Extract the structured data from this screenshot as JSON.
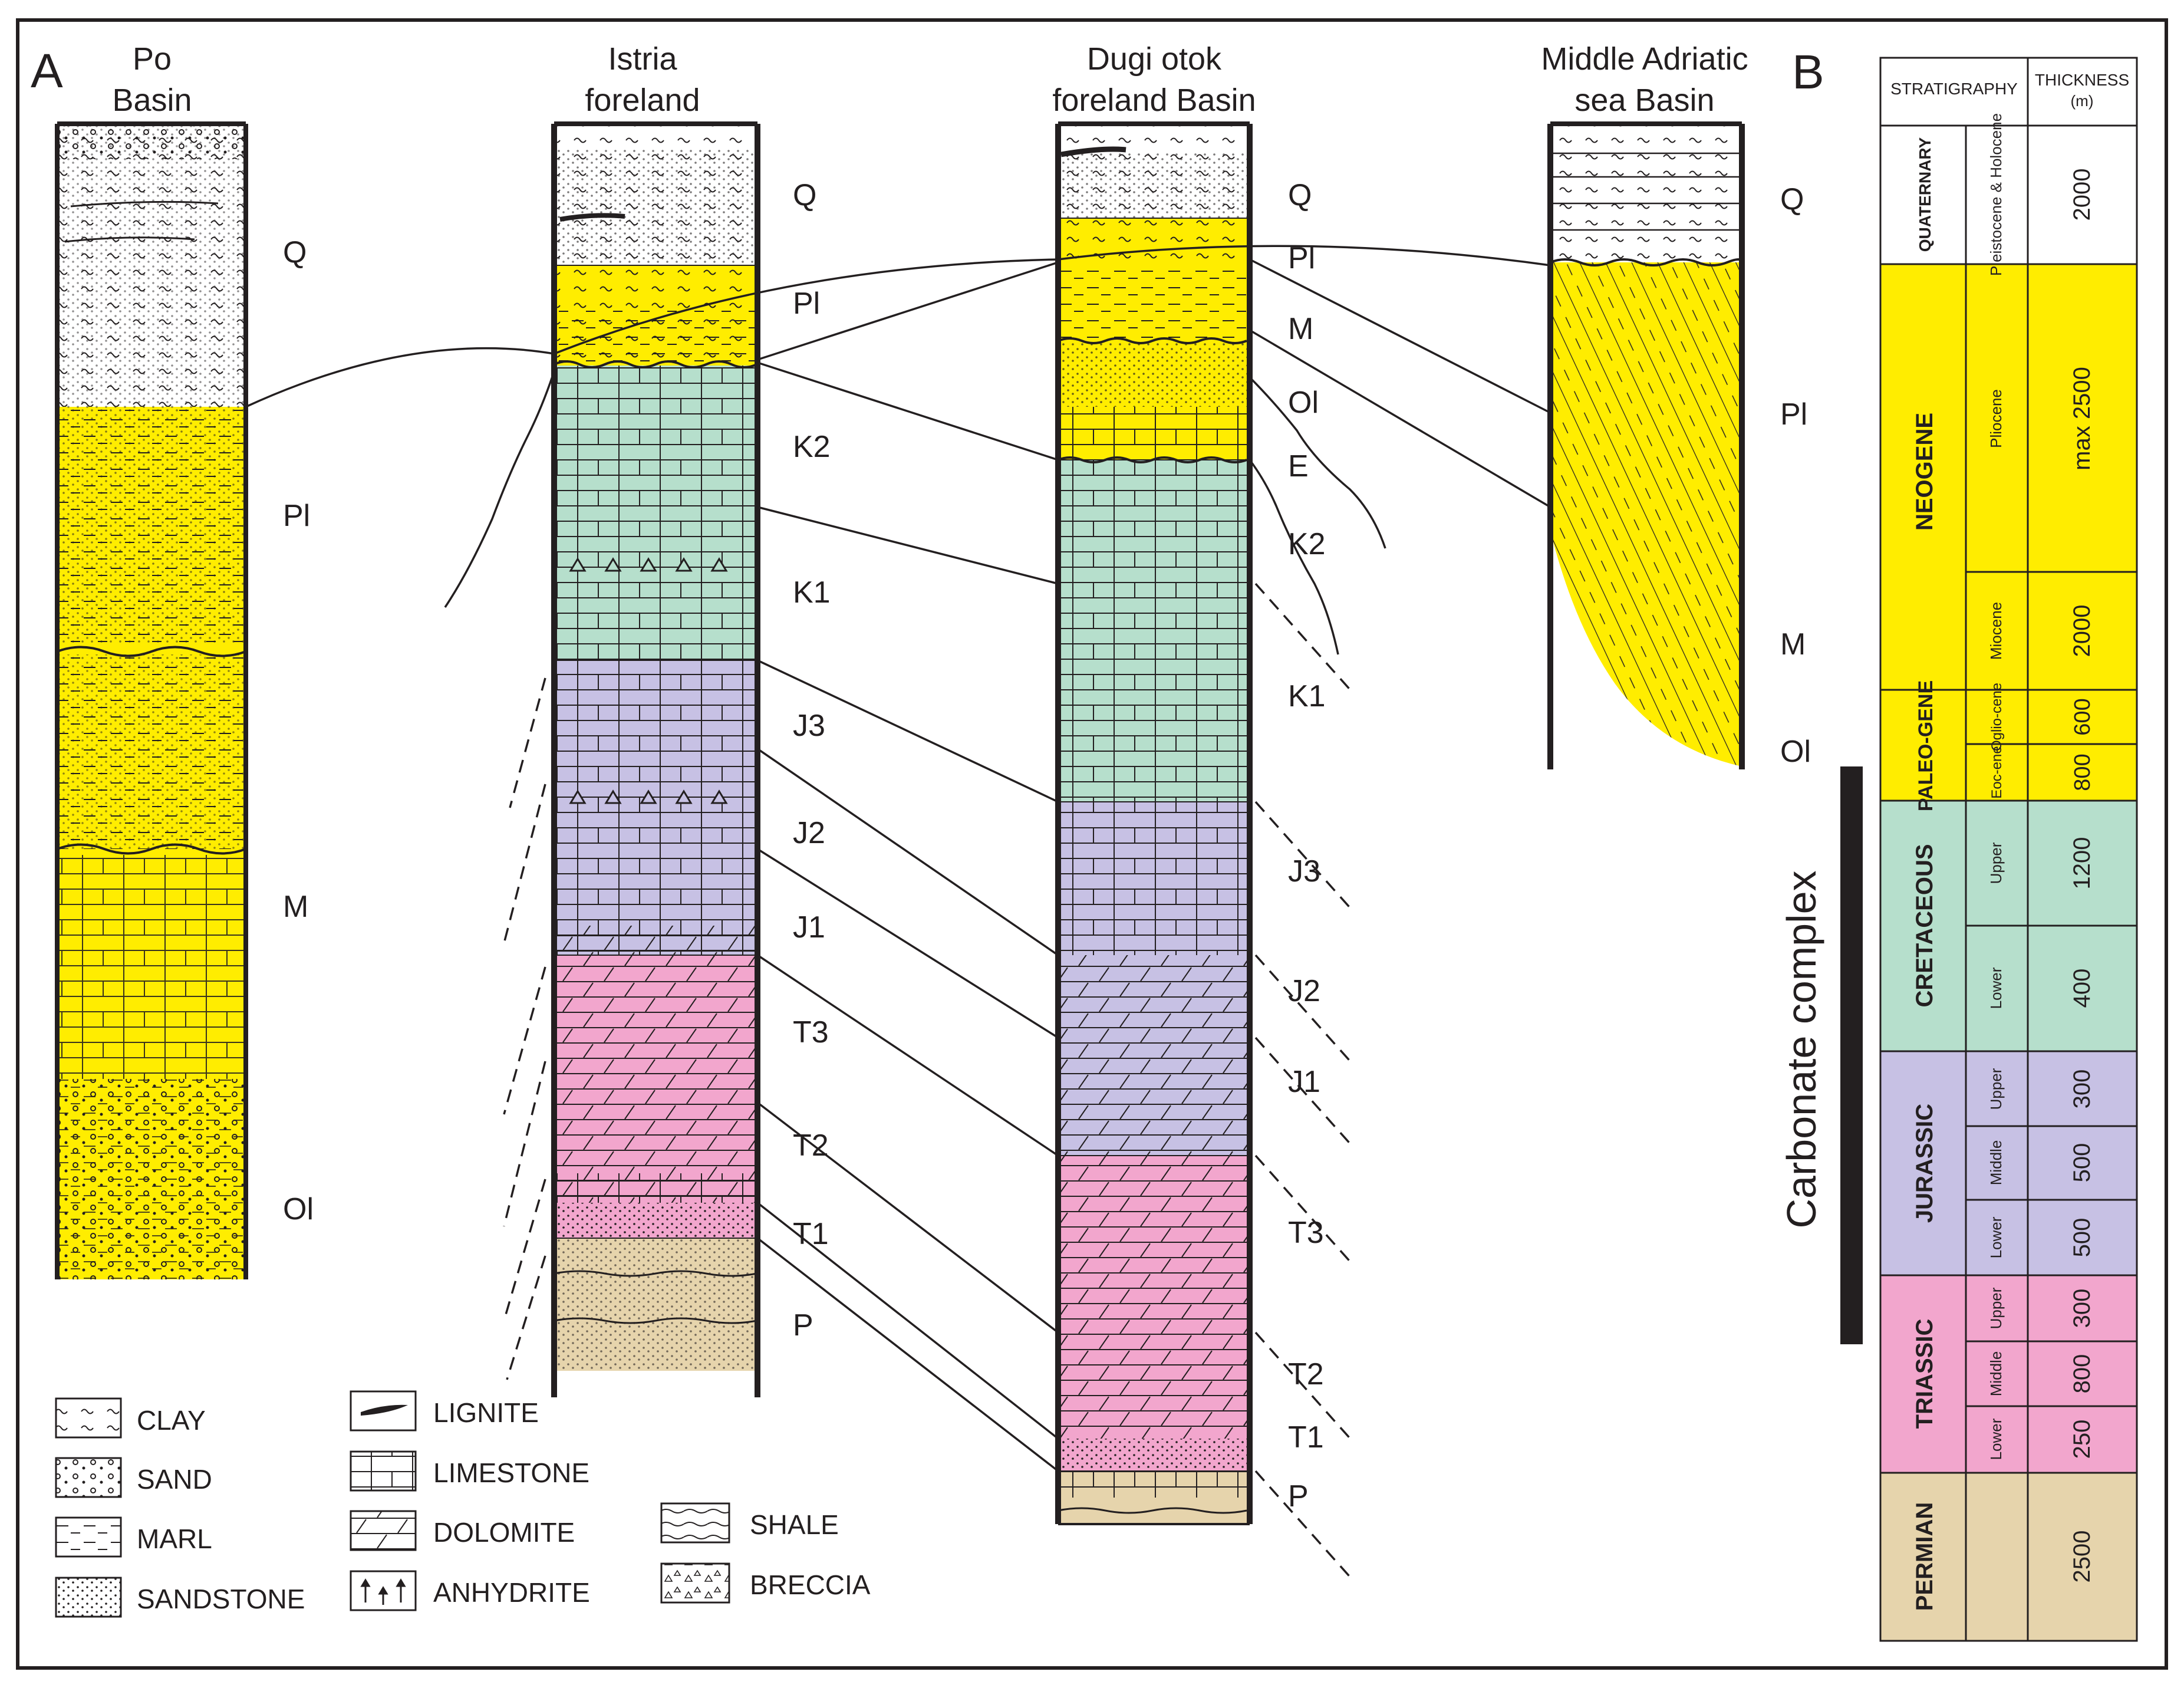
{
  "panel_a": {
    "letter": "A",
    "columns": [
      {
        "title": [
          "Po",
          "Basin"
        ],
        "units": [
          "Q",
          "Pl",
          "M",
          "Ol"
        ]
      },
      {
        "title": [
          "Istria",
          "foreland"
        ],
        "units": [
          "Q",
          "Pl",
          "K2",
          "K1",
          "J3",
          "J2",
          "J1",
          "T3",
          "T2",
          "T1",
          "P"
        ]
      },
      {
        "title": [
          "Dugi otok",
          "foreland Basin"
        ],
        "units": [
          "Q",
          "Pl",
          "M",
          "Ol",
          "E",
          "K2",
          "K1",
          "J3",
          "J2",
          "J1",
          "T3",
          "T2",
          "T1",
          "P"
        ]
      },
      {
        "title": [
          "Middle Adriatic",
          "sea Basin"
        ],
        "units": [
          "Q",
          "Pl",
          "M",
          "Ol"
        ]
      }
    ],
    "legend": [
      "CLAY",
      "SAND",
      "MARL",
      "SANDSTONE",
      "LIGNITE",
      "LIMESTONE",
      "DOLOMITE",
      "ANHYDRITE",
      "SHALE",
      "BRECCIA"
    ]
  },
  "panel_b": {
    "letter": "B",
    "header": {
      "stratigraphy": "STRATIGRAPHY",
      "thickness": "THICKNESS",
      "unit": "(m)"
    },
    "side_label": "Carbonate complex",
    "rows": [
      {
        "system": "QUATERNARY",
        "series": "Pleistocene & Holocene",
        "thickness": "2000"
      },
      {
        "system": "NEOGENE",
        "series": "Pliocene",
        "thickness": "max 2500"
      },
      {
        "system": "NEOGENE",
        "series": "Miocene",
        "thickness": "2000"
      },
      {
        "system": "PALEO-GENE",
        "series": "Oglio-cene",
        "thickness": "600"
      },
      {
        "system": "PALEO-GENE",
        "series": "Eoc-ene",
        "thickness": "800"
      },
      {
        "system": "CRETACEOUS",
        "series": "Upper",
        "thickness": "1200"
      },
      {
        "system": "CRETACEOUS",
        "series": "Lower",
        "thickness": "400"
      },
      {
        "system": "JURASSIC",
        "series": "Upper",
        "thickness": "300"
      },
      {
        "system": "JURASSIC",
        "series": "Middle",
        "thickness": "500"
      },
      {
        "system": "JURASSIC",
        "series": "Lower",
        "thickness": "500"
      },
      {
        "system": "TRIASSIC",
        "series": "Upper",
        "thickness": "300"
      },
      {
        "system": "TRIASSIC",
        "series": "Middle",
        "thickness": "800"
      },
      {
        "system": "TRIASSIC",
        "series": "Lower",
        "thickness": "250"
      },
      {
        "system": "PERMIAN",
        "series": "",
        "thickness": "2500"
      }
    ]
  },
  "colors": {
    "neogene": "#ffed00",
    "cretaceous": "#b6dfcc",
    "jurassic": "#c7c1e4",
    "triassic": "#f2a6cd",
    "permian": "#e6d4ac",
    "ink": "#231f20"
  }
}
